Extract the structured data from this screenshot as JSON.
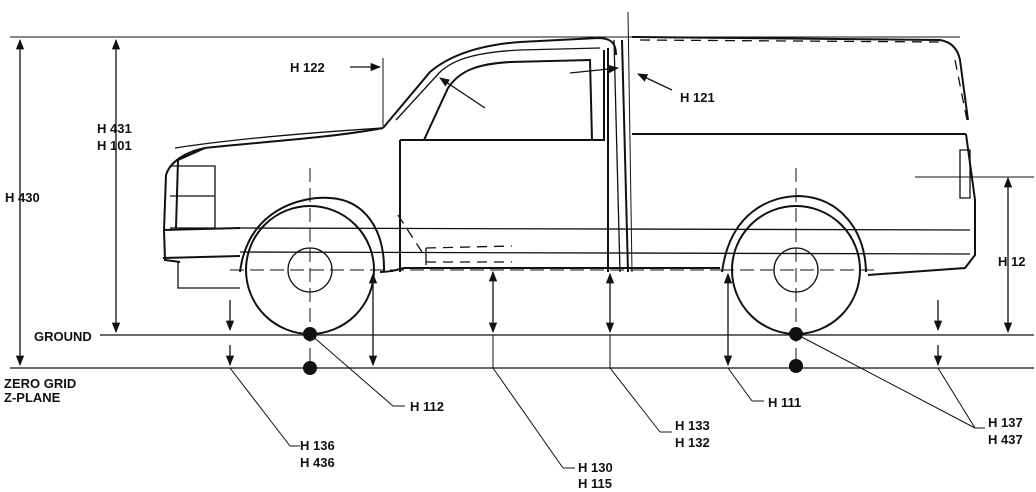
{
  "labels": {
    "h122": "H 122",
    "h121": "H 121",
    "h431": "H 431",
    "h101": "H 101",
    "h430": "H 430",
    "h12": "H 12",
    "ground": "GROUND",
    "zero_grid": "ZERO GRID",
    "z_plane": "Z-PLANE",
    "h112": "H 112",
    "h136": "H 136",
    "h436": "H 436",
    "h130": "H 130",
    "h115": "H 115",
    "h133": "H 133",
    "h132": "H 132",
    "h111": "H 111",
    "h137": "H 137",
    "h437": "H 437"
  }
}
